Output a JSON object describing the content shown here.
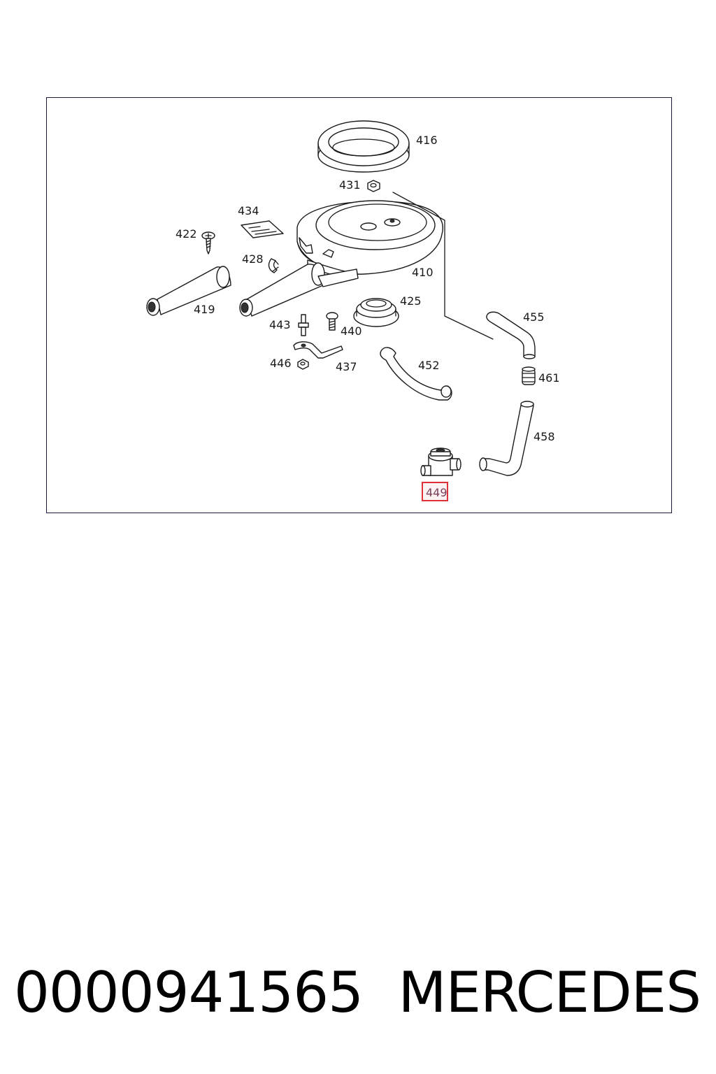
{
  "diagram": {
    "labels": {
      "p416": "416",
      "p431": "431",
      "p434": "434",
      "p422": "422",
      "p428": "428",
      "p410": "410",
      "p419": "419",
      "p425": "425",
      "p455": "455",
      "p443": "443",
      "p440": "440",
      "p446": "446",
      "p437": "437",
      "p452": "452",
      "p461": "461",
      "p458": "458",
      "p449": "449"
    },
    "highlighted_part": "449",
    "highlight_color": "#e0303a"
  },
  "footer": {
    "part_number": "0000941565",
    "brand": "MERCEDES"
  }
}
